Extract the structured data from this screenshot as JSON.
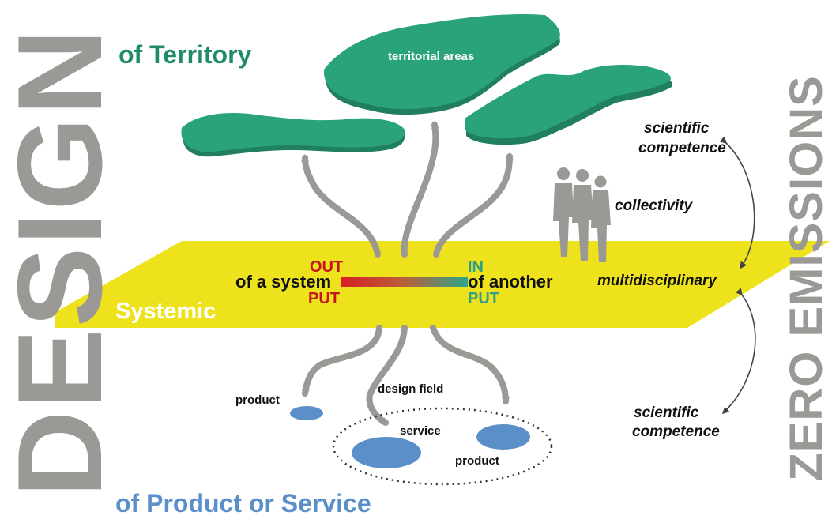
{
  "vertical_left": "DESIGN",
  "vertical_right": "ZERO EMISSIONS",
  "headings": {
    "territory": "of Territory",
    "product_service": "of Product or Service",
    "systemic": "Systemic"
  },
  "band": {
    "out_top": "OUT",
    "out_bottom": "PUT",
    "of_a_system": "of a system",
    "in_top": "IN",
    "in_bottom": "PUT",
    "of_another": "of another",
    "multidisciplinary": "multidisciplinary"
  },
  "top": {
    "territorial_areas": "territorial areas",
    "scientific": "scientific",
    "competence": "competence",
    "collectivity": "collectivity"
  },
  "bottom": {
    "product_left": "product",
    "design_field": "design field",
    "service": "service",
    "product_right": "product",
    "scientific": "scientific",
    "competence": "competence"
  },
  "colors": {
    "band_yellow": "#eee21c",
    "territory_green": "#2aa37d",
    "blob_blue": "#5b8fc9",
    "arrow_gray": "#9a9996",
    "out_red": "#c4141e",
    "in_teal": "#2e9e86"
  }
}
